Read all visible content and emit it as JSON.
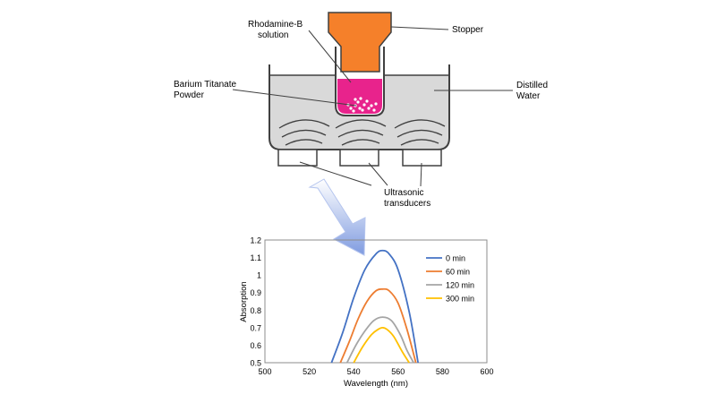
{
  "labels": {
    "rhodamine_line1": "Rhodamine-B",
    "rhodamine_line2": "solution",
    "stopper": "Stopper",
    "barium_line1": "Barium Titanate",
    "barium_line2": "Powder",
    "water_line1": "Distilled",
    "water_line2": "Water",
    "ultrasonic_line1": "Ultrasonic",
    "ultrasonic_line2": "transducers"
  },
  "colors": {
    "stopper": "#F5802A",
    "solution": "#E8238C",
    "water": "#D9D9D9",
    "arrow": "#A9BDEB"
  },
  "chart_data": {
    "type": "line",
    "xlabel": "Wavelength (nm)",
    "ylabel": "Absorption",
    "xlim": [
      500,
      600
    ],
    "ylim": [
      0.5,
      1.2
    ],
    "xticks": [
      500,
      520,
      540,
      560,
      580,
      600
    ],
    "yticks": [
      0.5,
      0.6,
      0.7,
      0.8,
      0.9,
      1.0,
      1.1,
      1.2
    ],
    "ytick_labels": [
      "0.5",
      "0.6",
      "0.7",
      "0.8",
      "0.9",
      "1",
      "1.1",
      "1.2"
    ],
    "legend_position": "top-right",
    "grid": false,
    "series": [
      {
        "name": "0 min",
        "color": "#4472C4",
        "x": [
          530,
          535,
          540,
          545,
          550,
          553,
          556,
          560,
          565,
          569
        ],
        "y": [
          0.5,
          0.67,
          0.87,
          1.03,
          1.12,
          1.14,
          1.12,
          1.03,
          0.79,
          0.5
        ]
      },
      {
        "name": "60 min",
        "color": "#ED7D31",
        "x": [
          534,
          538,
          542,
          546,
          550,
          553,
          556,
          560,
          564,
          568
        ],
        "y": [
          0.5,
          0.62,
          0.75,
          0.85,
          0.91,
          0.92,
          0.91,
          0.84,
          0.69,
          0.5
        ]
      },
      {
        "name": "120 min",
        "color": "#A5A5A5",
        "x": [
          537,
          541,
          545,
          549,
          553,
          557,
          561,
          564,
          567
        ],
        "y": [
          0.5,
          0.6,
          0.68,
          0.74,
          0.76,
          0.74,
          0.66,
          0.57,
          0.5
        ]
      },
      {
        "name": "300 min",
        "color": "#FFC000",
        "x": [
          540,
          544,
          548,
          551,
          553,
          555,
          558,
          562,
          565
        ],
        "y": [
          0.5,
          0.59,
          0.66,
          0.69,
          0.7,
          0.69,
          0.65,
          0.56,
          0.5
        ]
      }
    ]
  }
}
